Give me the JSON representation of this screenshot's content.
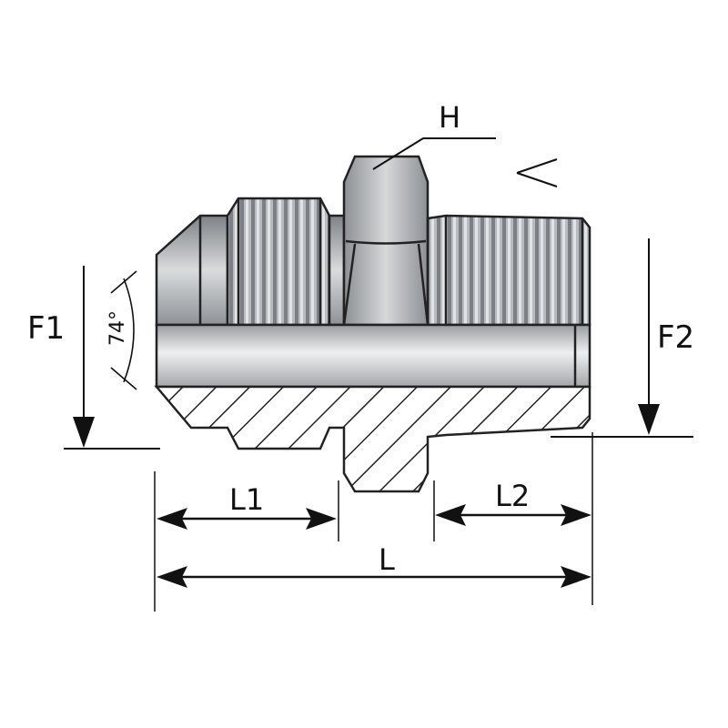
{
  "labels": {
    "hex": "H",
    "thread1": "F1",
    "thread2": "F2",
    "length1": "L1",
    "length2": "L2",
    "length_total": "L",
    "angle": "74°"
  },
  "colors": {
    "outline": "#222222",
    "metal_dark": "#8a8d91",
    "metal_light": "#e6e7e9",
    "bore": "#c9cbce"
  }
}
